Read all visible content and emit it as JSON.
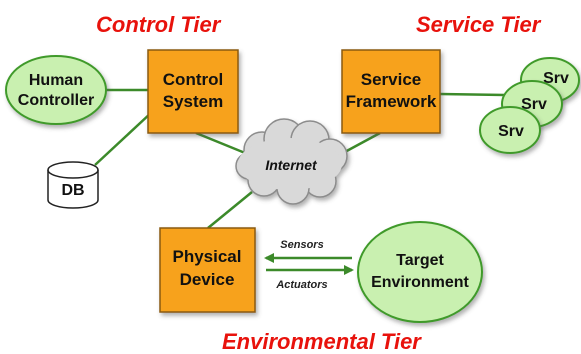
{
  "tiers": {
    "control": "Control Tier",
    "service": "Service Tier",
    "environmental": "Environmental Tier"
  },
  "nodes": {
    "human_controller": [
      "Human",
      "Controller"
    ],
    "control_system": [
      "Control",
      "System"
    ],
    "service_framework": [
      "Service",
      "Framework"
    ],
    "db": "DB",
    "internet": "Internet",
    "physical_device": [
      "Physical",
      "Device"
    ],
    "target_environment": [
      "Target",
      "Environment"
    ],
    "srv": [
      "Srv",
      "Srv",
      "Srv"
    ]
  },
  "links": {
    "sensors": "Sensors",
    "actuators": "Actuators"
  },
  "colors": {
    "tier_title": "#e8120c",
    "box_fill": "#f7a21b",
    "node_fill": "#c9f0b0",
    "link": "#3c8a2a",
    "cloud": "#d9d9d9"
  }
}
